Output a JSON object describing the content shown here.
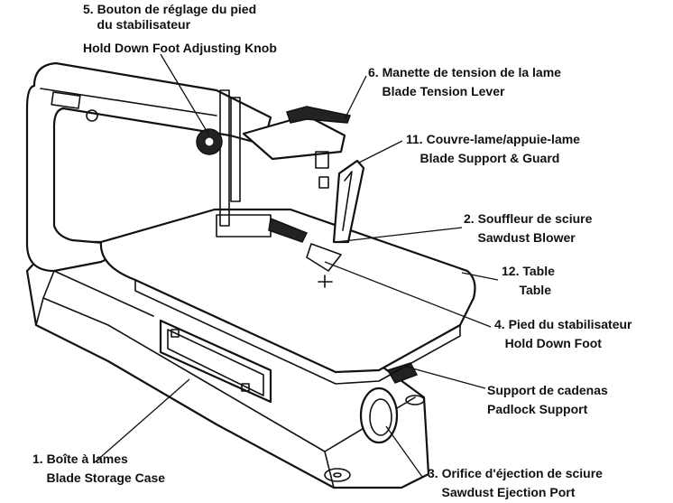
{
  "labels": [
    {
      "id": "hold-down-knob",
      "lines": [
        "5. Bouton de réglage du pied",
        "    du stabilisateur",
        "Hold  Down Foot Adjusting Knob"
      ]
    },
    {
      "id": "tension-lever",
      "lines": [
        "6. Manette de tension de la lame",
        "    Blade Tension Lever"
      ]
    },
    {
      "id": "support-guard",
      "lines": [
        "11. Couvre-lame/appuie-lame",
        "    Blade Support & Guard"
      ]
    },
    {
      "id": "sawdust-blower",
      "lines": [
        "2. Souffleur de sciure",
        "    Sawdust Blower"
      ]
    },
    {
      "id": "table",
      "lines": [
        "12. Table",
        "     Table"
      ]
    },
    {
      "id": "hold-down-foot",
      "lines": [
        "4. Pied du stabilisateur",
        "   Hold Down Foot"
      ]
    },
    {
      "id": "padlock-support",
      "lines": [
        "Support de cadenas",
        "Padlock Support"
      ]
    },
    {
      "id": "storage-case",
      "lines": [
        "1. Boîte à lames",
        "    Blade Storage Case"
      ]
    },
    {
      "id": "ejection-port",
      "lines": [
        "3. Orifice d'éjection de sciure",
        "    Sawdust Ejection Port"
      ]
    }
  ]
}
